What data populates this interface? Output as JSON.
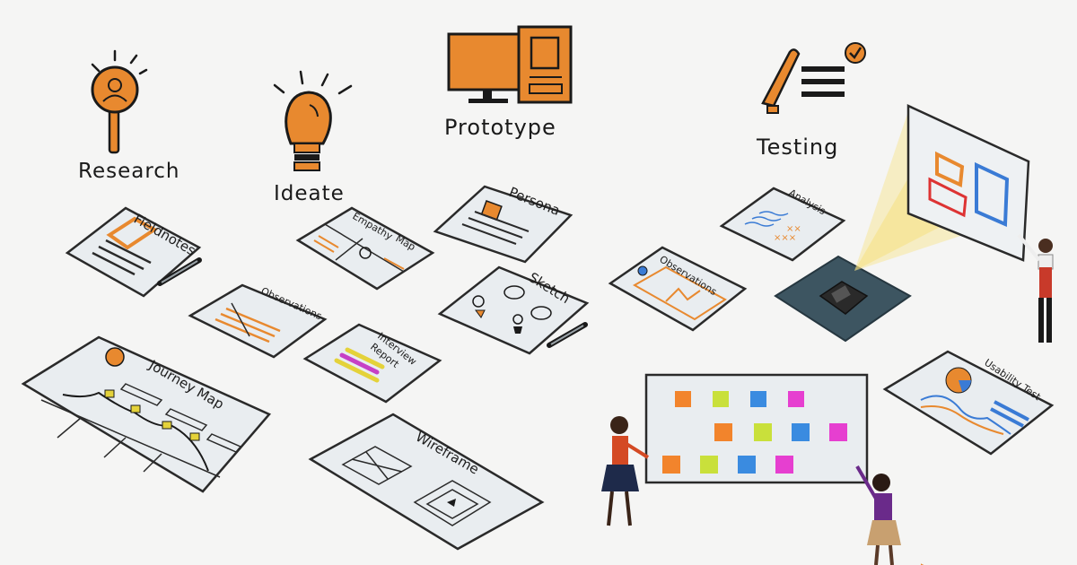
{
  "stages": {
    "research": "Research",
    "ideate": "Ideate",
    "prototype": "Prototype",
    "testing": "Testing"
  },
  "cards": {
    "fieldnotes": "Fieldnotes",
    "empathy_map": "Empathy Map",
    "empathy": "Empathy",
    "map": "Map",
    "persona": "Persona",
    "analysis": "Analysis",
    "observations_1": "Observations",
    "sketch": "Sketch",
    "observations_2": "Observations",
    "interview_report": "Interview Report",
    "interview": "Interview",
    "report": "Report",
    "journey_map": "Journey Map",
    "wireframe": "Wireframe",
    "usability_test": "Usability Test"
  },
  "colors": {
    "accent_orange": "#e8892f",
    "ink": "#1a1a1a",
    "paper": "#e9edf0",
    "background": "#f5f5f4",
    "table_dark": "#3d5561"
  }
}
